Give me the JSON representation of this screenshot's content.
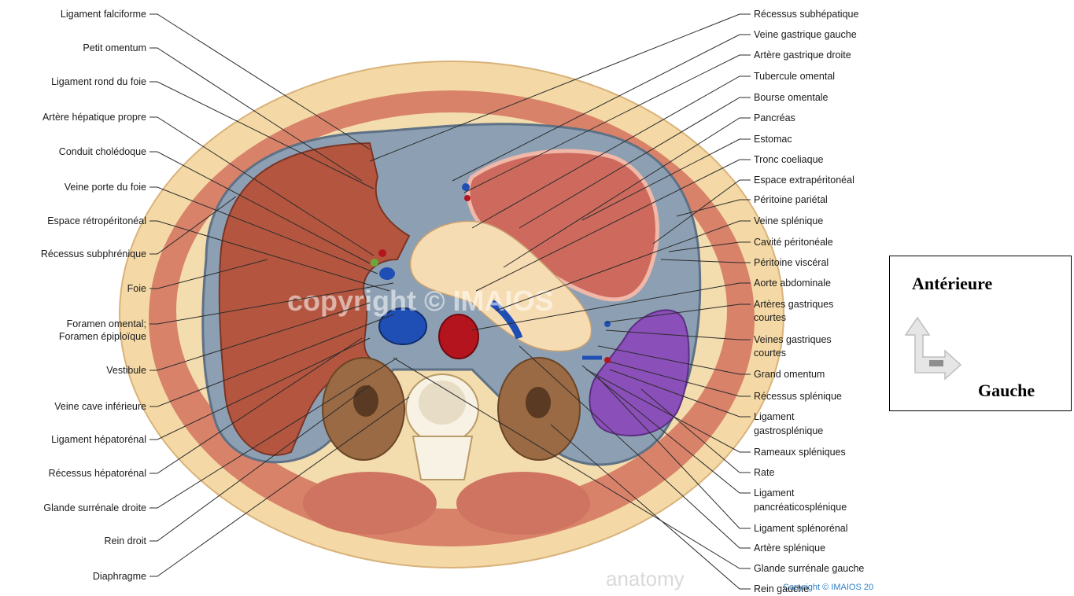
{
  "left_labels": [
    "Ligament falciforme",
    "Petit omentum",
    "Ligament rond du foie",
    "Artère hépatique propre",
    "Conduit cholédoque",
    "Veine porte du foie",
    "Espace rétropéritonéal",
    "Récessus subphrénique",
    "Foie",
    "Foramen omental;",
    "Foramen épiploïque",
    "Vestibule",
    "Veine cave inférieure",
    "Ligament hépatorénal",
    "Récessus hépatorénal",
    "Glande surrénale droite",
    "Rein droit",
    "Diaphragme"
  ],
  "right_labels": [
    "Récessus subhépatique",
    "Veine gastrique gauche",
    "Artère gastrique droite",
    "Tubercule omental",
    "Bourse omentale",
    "Pancréas",
    "Estomac",
    "Tronc coeliaque",
    "Espace extrapéritonéal",
    "Péritoine pariétal",
    "Veine splénique",
    "Cavité péritonéale",
    "Péritoine viscéral",
    "Aorte abdominale",
    "Artères gastriques",
    "courtes",
    "Veines gastriques",
    "courtes",
    "Grand omentum",
    "Récessus splénique",
    "Ligament",
    "gastrosplénique",
    "Rameaux spléniques",
    "Rate",
    "Ligament",
    "pancréaticosplénique",
    "Ligament splénorénal",
    "Artère splénique",
    "Glande surrénale gauche",
    "Rein gauche"
  ],
  "watermark": "copyright © IMAIOS",
  "corner_copyright": "Copyright © IMAIOS 20",
  "anatomy_logo": "anatomy",
  "orientation": {
    "anterior": "Antérieure",
    "left": "Gauche"
  },
  "colors": {
    "skin": "#f4d9a6",
    "muscle": "#d8826a",
    "liver": "#b4563f",
    "peritoneum": "#7f93a7",
    "spleen": "#8a4fb8",
    "stomach": "#c96358",
    "pancreas": "#f6dcb2",
    "vein": "#1f4fb5",
    "artery": "#b3141e",
    "kidney": "#9a6a44"
  }
}
